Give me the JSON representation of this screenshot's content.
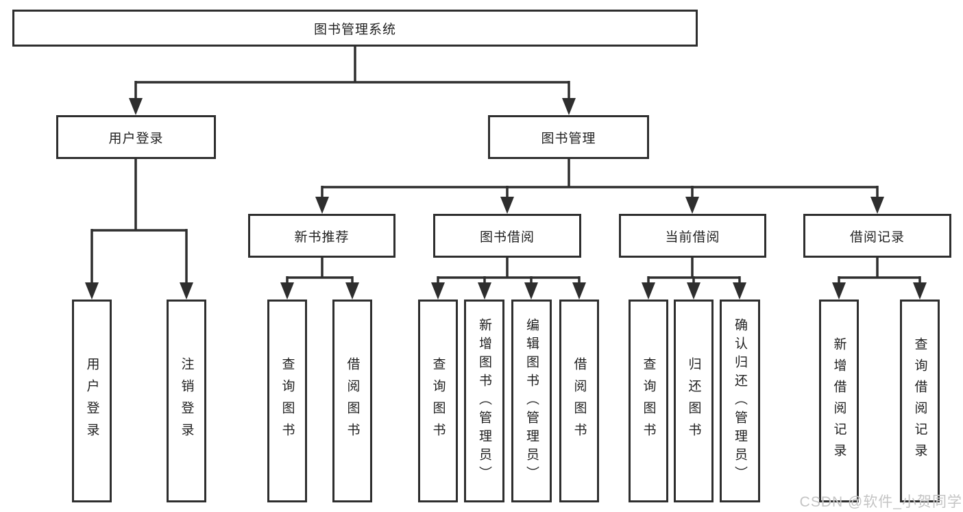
{
  "colors": {
    "line": "#2e2e2e",
    "box_border": "#2e2e2e",
    "box_fill": "#ffffff",
    "text": "#1f1f1f",
    "watermark": "#c4c4c4",
    "background": "#ffffff"
  },
  "watermark": {
    "text": "CSDN @软件_小贺同学"
  },
  "diagram": {
    "root": {
      "label": "图书管理系统"
    },
    "branches": [
      {
        "label": "用户登录",
        "children": [
          {
            "label": "用户登录"
          },
          {
            "label": "注销登录"
          }
        ]
      },
      {
        "label": "图书管理",
        "groups": [
          {
            "label": "新书推荐",
            "children": [
              {
                "label": "查询图书"
              },
              {
                "label": "借阅图书"
              }
            ]
          },
          {
            "label": "图书借阅",
            "children": [
              {
                "label": "查询图书"
              },
              {
                "label": "新增图书（管理员）"
              },
              {
                "label": "编辑图书（管理员）"
              },
              {
                "label": "借阅图书"
              }
            ]
          },
          {
            "label": "当前借阅",
            "children": [
              {
                "label": "查询图书"
              },
              {
                "label": "归还图书"
              },
              {
                "label": "确认归还（管理员）"
              }
            ]
          },
          {
            "label": "借阅记录",
            "children": [
              {
                "label": "新增借阅记录"
              },
              {
                "label": "查询借阅记录"
              }
            ]
          }
        ]
      }
    ]
  }
}
